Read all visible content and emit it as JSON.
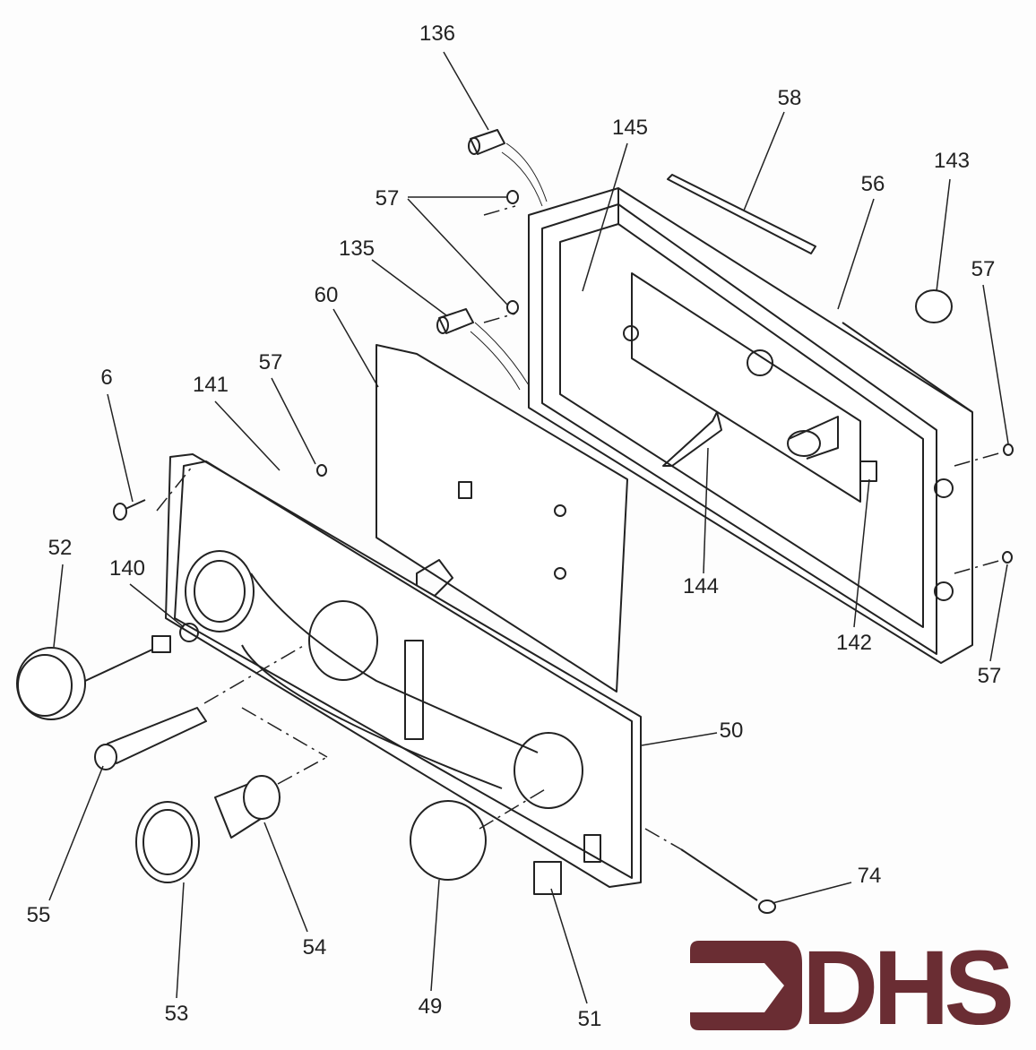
{
  "diagram": {
    "callouts": [
      "136",
      "58",
      "145",
      "143",
      "56",
      "57",
      "135",
      "57",
      "60",
      "57",
      "6",
      "141",
      "52",
      "140",
      "144",
      "142",
      "57",
      "50",
      "74",
      "55",
      "54",
      "49",
      "53",
      "51"
    ]
  },
  "logo": {
    "text": "DHS",
    "color": "#6a2d33"
  }
}
